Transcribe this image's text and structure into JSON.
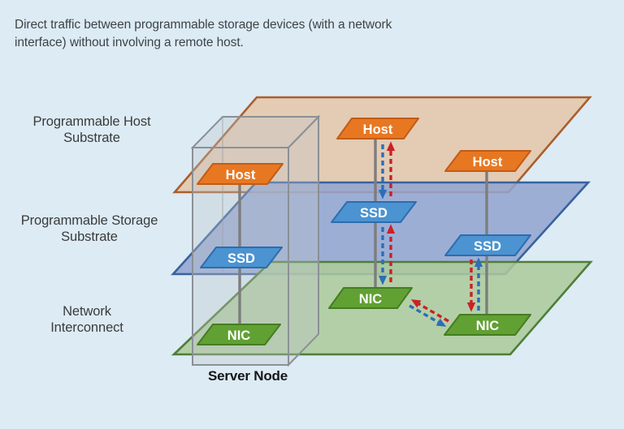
{
  "background": "#dcebf4",
  "caption": {
    "line1": "Direct traffic between programmable storage devices (with a network",
    "line2": "interface) without involving a remote host."
  },
  "layers": [
    {
      "name": "programmable-host-substrate",
      "label": "Programmable Host Substrate",
      "fill": "#e4cbb4",
      "stroke": "#a95f2c"
    },
    {
      "name": "programmable-storage-substrate",
      "label": "Programmable Storage Substrate",
      "fill": "#93a4cf",
      "stroke": "#39619e"
    },
    {
      "name": "network-interconnect",
      "label": "Network Interconnect",
      "fill": "#accb9a",
      "stroke": "#4e7e37"
    }
  ],
  "nodes": {
    "host": {
      "label": "Host",
      "fill": "#e87722",
      "stroke": "#c05c17"
    },
    "ssd": {
      "label": "SSD",
      "fill": "#4b93d1",
      "stroke": "#2e6cae"
    },
    "nic": {
      "label": "NIC",
      "fill": "#61a033",
      "stroke": "#447d20"
    }
  },
  "server_node_label": "Server Node",
  "arrows": {
    "request_color": "#2f6db5",
    "response_color": "#cd2026"
  }
}
